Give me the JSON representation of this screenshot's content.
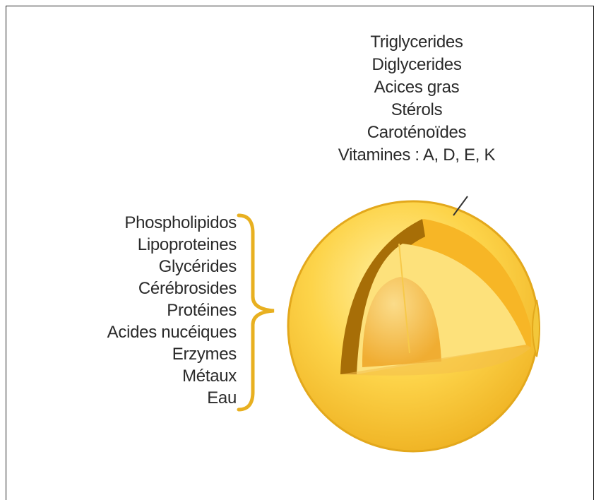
{
  "diagram": {
    "outer_layer_components": [
      "Triglycerides",
      "Diglycerides",
      "Acices gras",
      "Stérols",
      "Caroténoïdes",
      "Vitamines : A, D, E, K"
    ],
    "membrane_components": [
      "Phospholipidos",
      "Lipoproteines",
      "Glycérides",
      "Cérébrosides",
      "Protéines",
      "Acides nucéiques",
      "Erzymes",
      "Métaux",
      "Eau"
    ],
    "colors": {
      "sphere_fill": "#fdd44a",
      "sphere_edge": "#e3a81c",
      "outer_shell": "#f7b626",
      "shell_dark": "#a76e07",
      "inner_shell": "#fde17b",
      "core": "#f5b73f",
      "bracket": "#e8b020",
      "text": "#2a2a2a"
    }
  }
}
